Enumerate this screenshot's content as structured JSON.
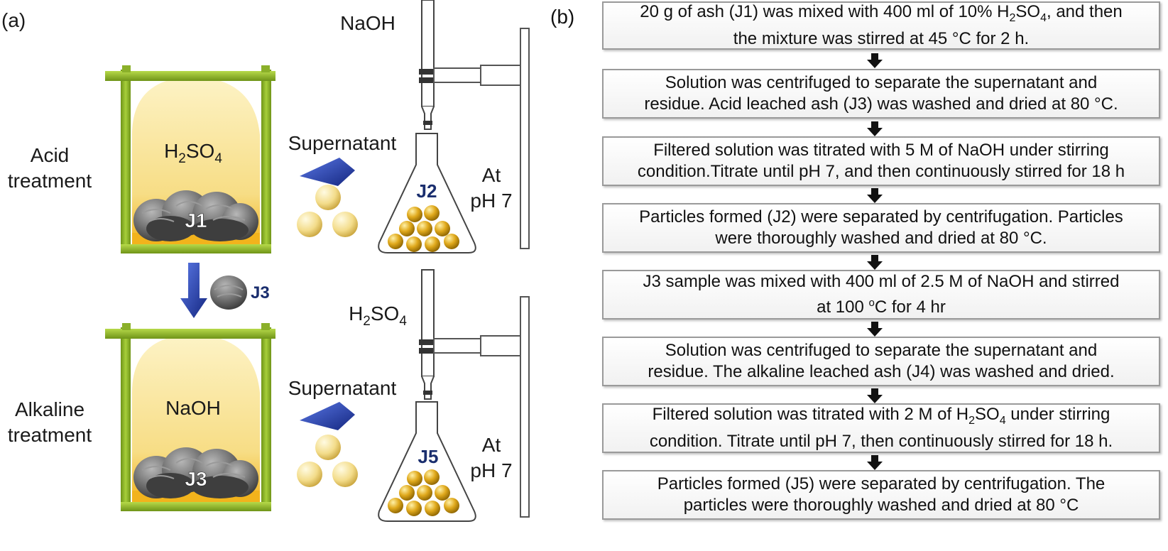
{
  "panel_a": {
    "label": "(a)",
    "acid_treatment": {
      "title_line1": "Acid",
      "title_line2": "treatment",
      "reagent": "H2SO4",
      "ash": "J1"
    },
    "transfer_label": "J3",
    "alkaline_treatment": {
      "title_line1": "Alkaline",
      "title_line2": "treatment",
      "reagent": "NaOH",
      "ash": "J3"
    },
    "supernatant_label": "Supernatant",
    "top_titrant": "NaOH",
    "bottom_titrant": "H2SO4",
    "top_product": "J2",
    "bottom_product": "J5",
    "condition_line1": "At",
    "condition_line2": "pH 7"
  },
  "panel_b": {
    "label": "(b)",
    "steps": [
      {
        "line1": "20 g of ash (J1) was mixed with 400 ml of 10% H2SO4, and then",
        "line2": "the mixture was stirred at 45 °C for 2 h."
      },
      {
        "line1": "Solution was centrifuged to separate the supernatant and",
        "line2": "residue. Acid leached ash (J3) was washed and dried at 80 °C."
      },
      {
        "line1": "Filtered solution was titrated with 5 M of NaOH under stirring",
        "line2": "condition.Titrate until pH 7, and then continuously stirred for 18 h"
      },
      {
        "line1": "Particles formed (J2) were separated by centrifugation. Particles",
        "line2": "were thoroughly washed and dried at 80 °C."
      },
      {
        "line1": "J3 sample was mixed with 400 ml of 2.5 M of NaOH and stirred",
        "line2": "at 100 oC for 4 hr"
      },
      {
        "line1": "Solution was centrifuged to separate the supernatant and",
        "line2": "residue. The alkaline leached ash (J4) was washed and dried."
      },
      {
        "line1": "Filtered solution was titrated with 2 M of H2SO4 under stirring",
        "line2": "condition. Titrate until pH 7, then continuously stirred for 18 h."
      },
      {
        "line1": "Particles formed (J5) were separated by centrifugation. The",
        "line2": "particles were thoroughly washed and dried at 80 °C"
      }
    ]
  },
  "colors": {
    "frame_green": "#8bb02a",
    "solution_yellow": "#fbe7a2",
    "ash_gray": "#5a5a5a",
    "arrow_blue": "#1e3aa8",
    "particle_gold": "#c9960e",
    "label_navy": "#1a2e6e"
  }
}
